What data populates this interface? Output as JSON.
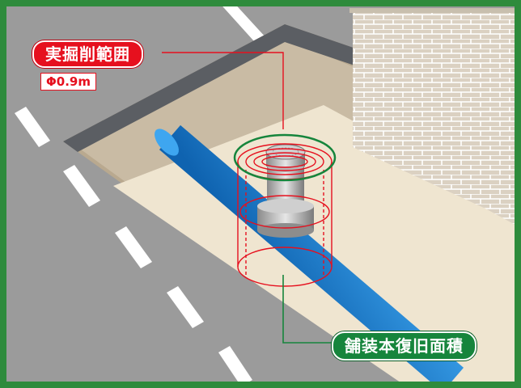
{
  "labels": {
    "excavation_range": "実掘削範囲",
    "diameter": "Φ0.9m",
    "pavement_restoration_area": "舗装本復旧面積"
  },
  "colors": {
    "frame": "#2e8b3c",
    "road": "#9a9a9a",
    "trench_floor": "#efe6d2",
    "trench_wall": "#b8a890",
    "pipe": "#1f86d6",
    "brick": "#d9cfc0",
    "excavation_cylinder": "#e6101e",
    "restoration_cylinder": "#16853c"
  }
}
